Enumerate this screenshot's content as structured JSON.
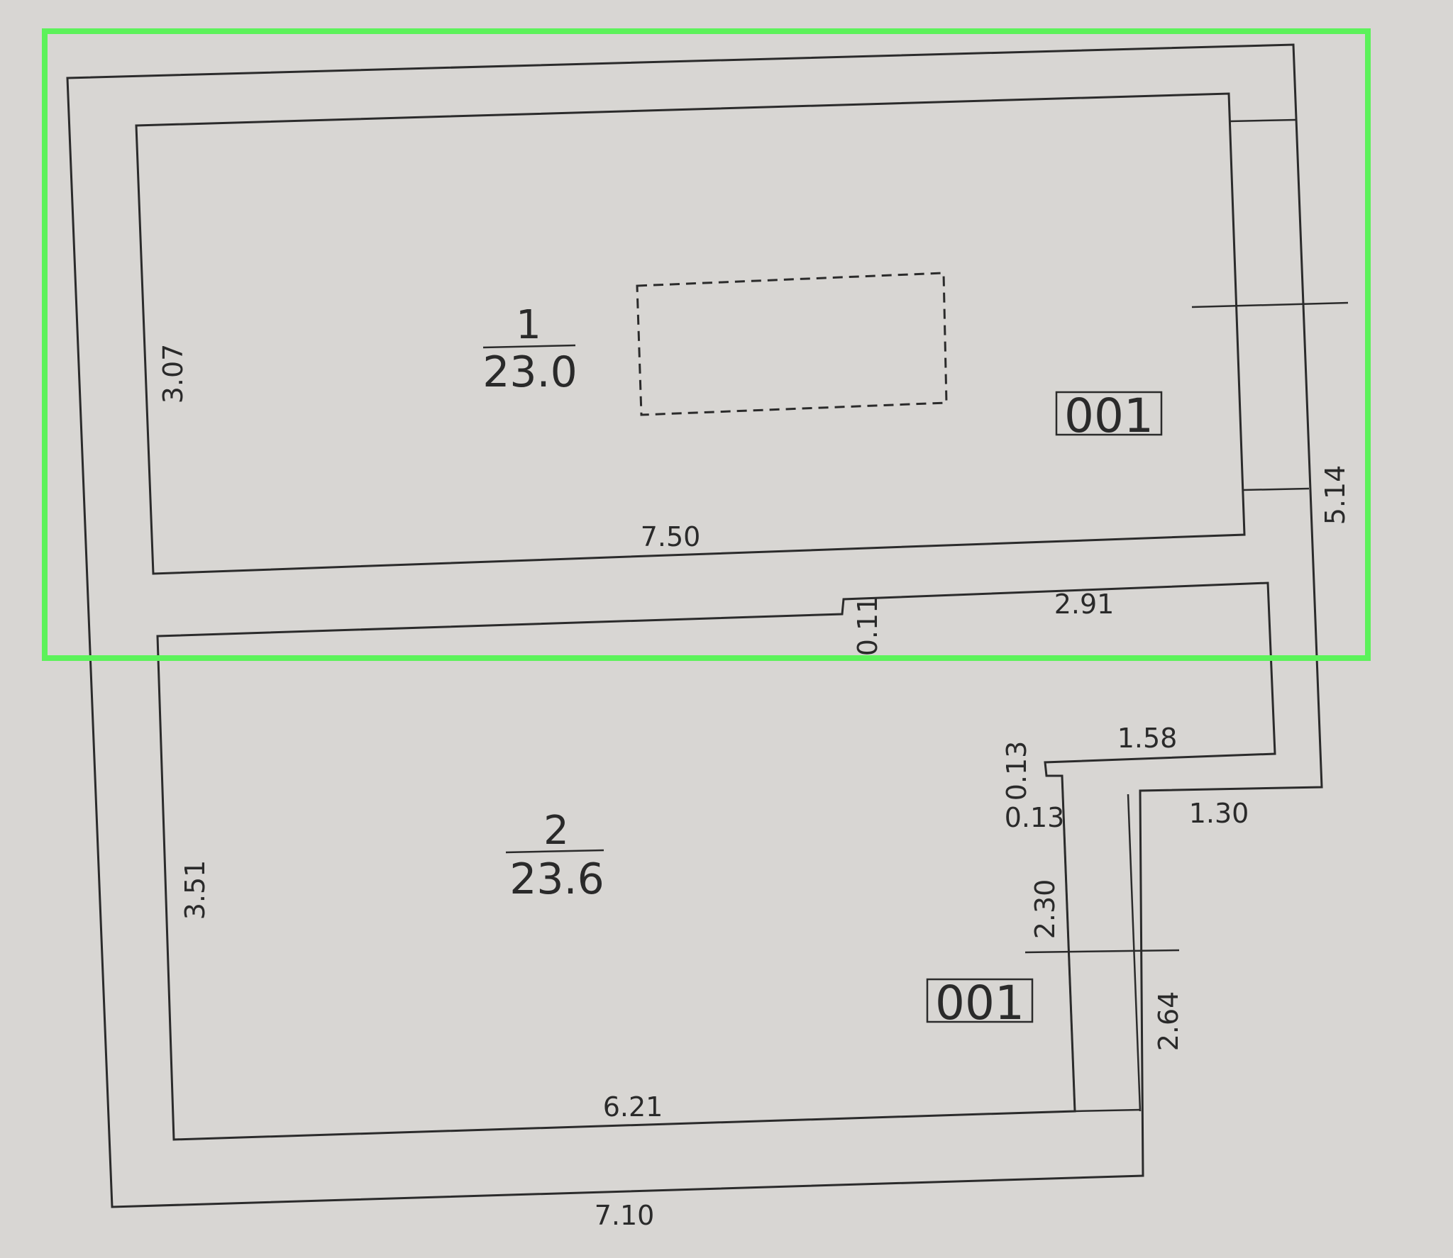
{
  "rooms": [
    {
      "number": "1",
      "area": "23.0",
      "code": "001"
    },
    {
      "number": "2",
      "area": "23.6",
      "code": "001"
    }
  ],
  "dimensions": {
    "room1_height": "3.07",
    "room1_width": "7.50",
    "outer_right_height": "5.14",
    "step_small": "0.11",
    "room2_top_right_width": "2.91",
    "room2_notch_width": "1.58",
    "notch_depth_vertical": "0.13",
    "notch_depth_horizontal": "0.13",
    "outer_step_width": "1.30",
    "corridor_height": "2.30",
    "room2_height": "3.51",
    "lower_right_height": "2.64",
    "room2_width": "6.21",
    "outer_bottom_width": "7.10"
  },
  "colors": {
    "paper": "#d8d6d3",
    "ink": "#2b2b2b",
    "highlight": "#5cf25a"
  }
}
